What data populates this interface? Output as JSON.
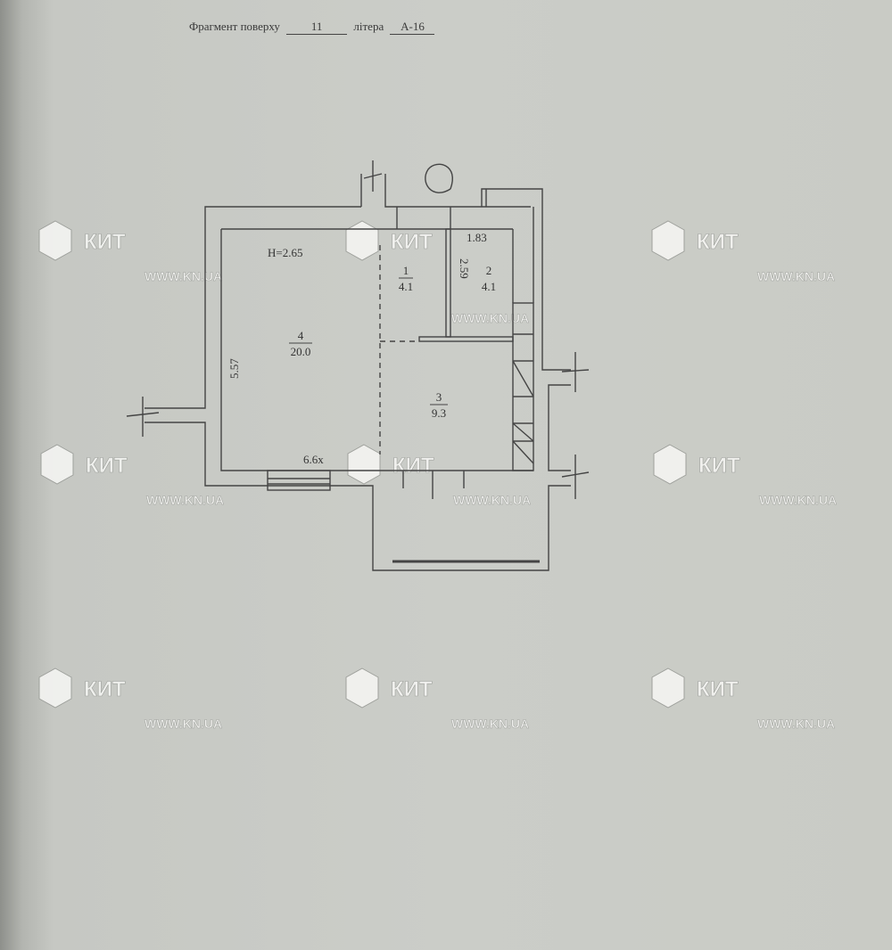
{
  "header": {
    "fragment_label": "Фрагмент поверху",
    "floor": "11",
    "letter_label": "літера",
    "letter": "А-16"
  },
  "plan": {
    "ceiling_height": "Н=2.65",
    "dimensions": {
      "width": "6.6x",
      "depth": "5.57",
      "corridor": "1.83",
      "bath": "2.59"
    },
    "rooms": [
      {
        "number": "1",
        "area": "4.1"
      },
      {
        "number": "2",
        "area": "4.1"
      },
      {
        "number": "3",
        "area": "9.3"
      },
      {
        "number": "4",
        "area": "20.0"
      }
    ]
  },
  "watermark": {
    "logo": "КИТ",
    "url": "WWW.KN.UA"
  }
}
